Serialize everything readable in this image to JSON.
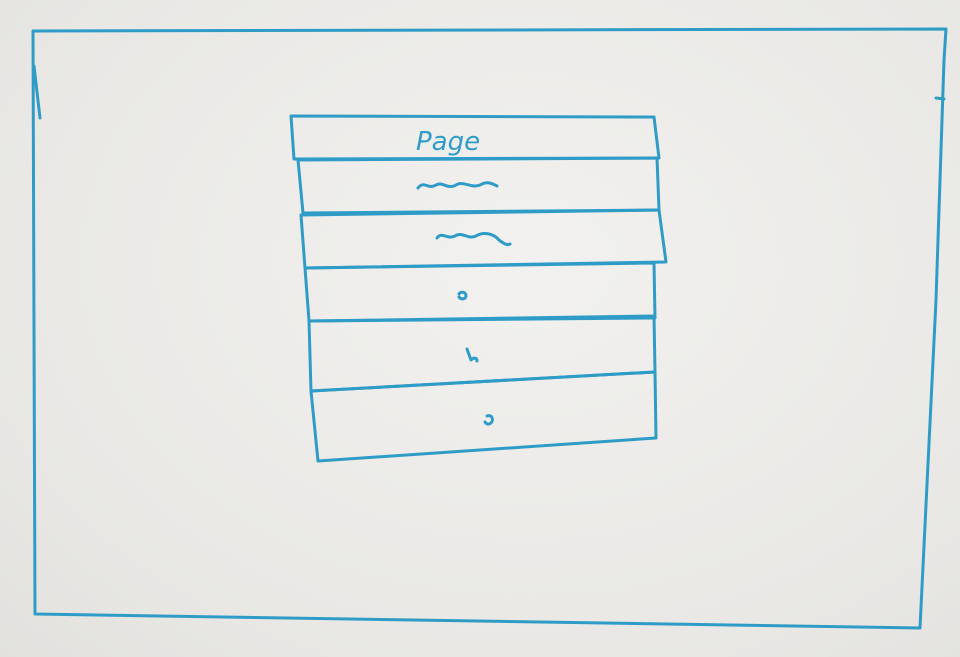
{
  "sketch": {
    "header_label": "Page",
    "ink_color": "#2f9cc7",
    "background_color": "#ecebe8",
    "rows": [
      {
        "kind": "header",
        "label": "Page"
      },
      {
        "kind": "squiggle"
      },
      {
        "kind": "squiggle"
      },
      {
        "kind": "mark"
      },
      {
        "kind": "mark"
      },
      {
        "kind": "mark"
      }
    ]
  }
}
